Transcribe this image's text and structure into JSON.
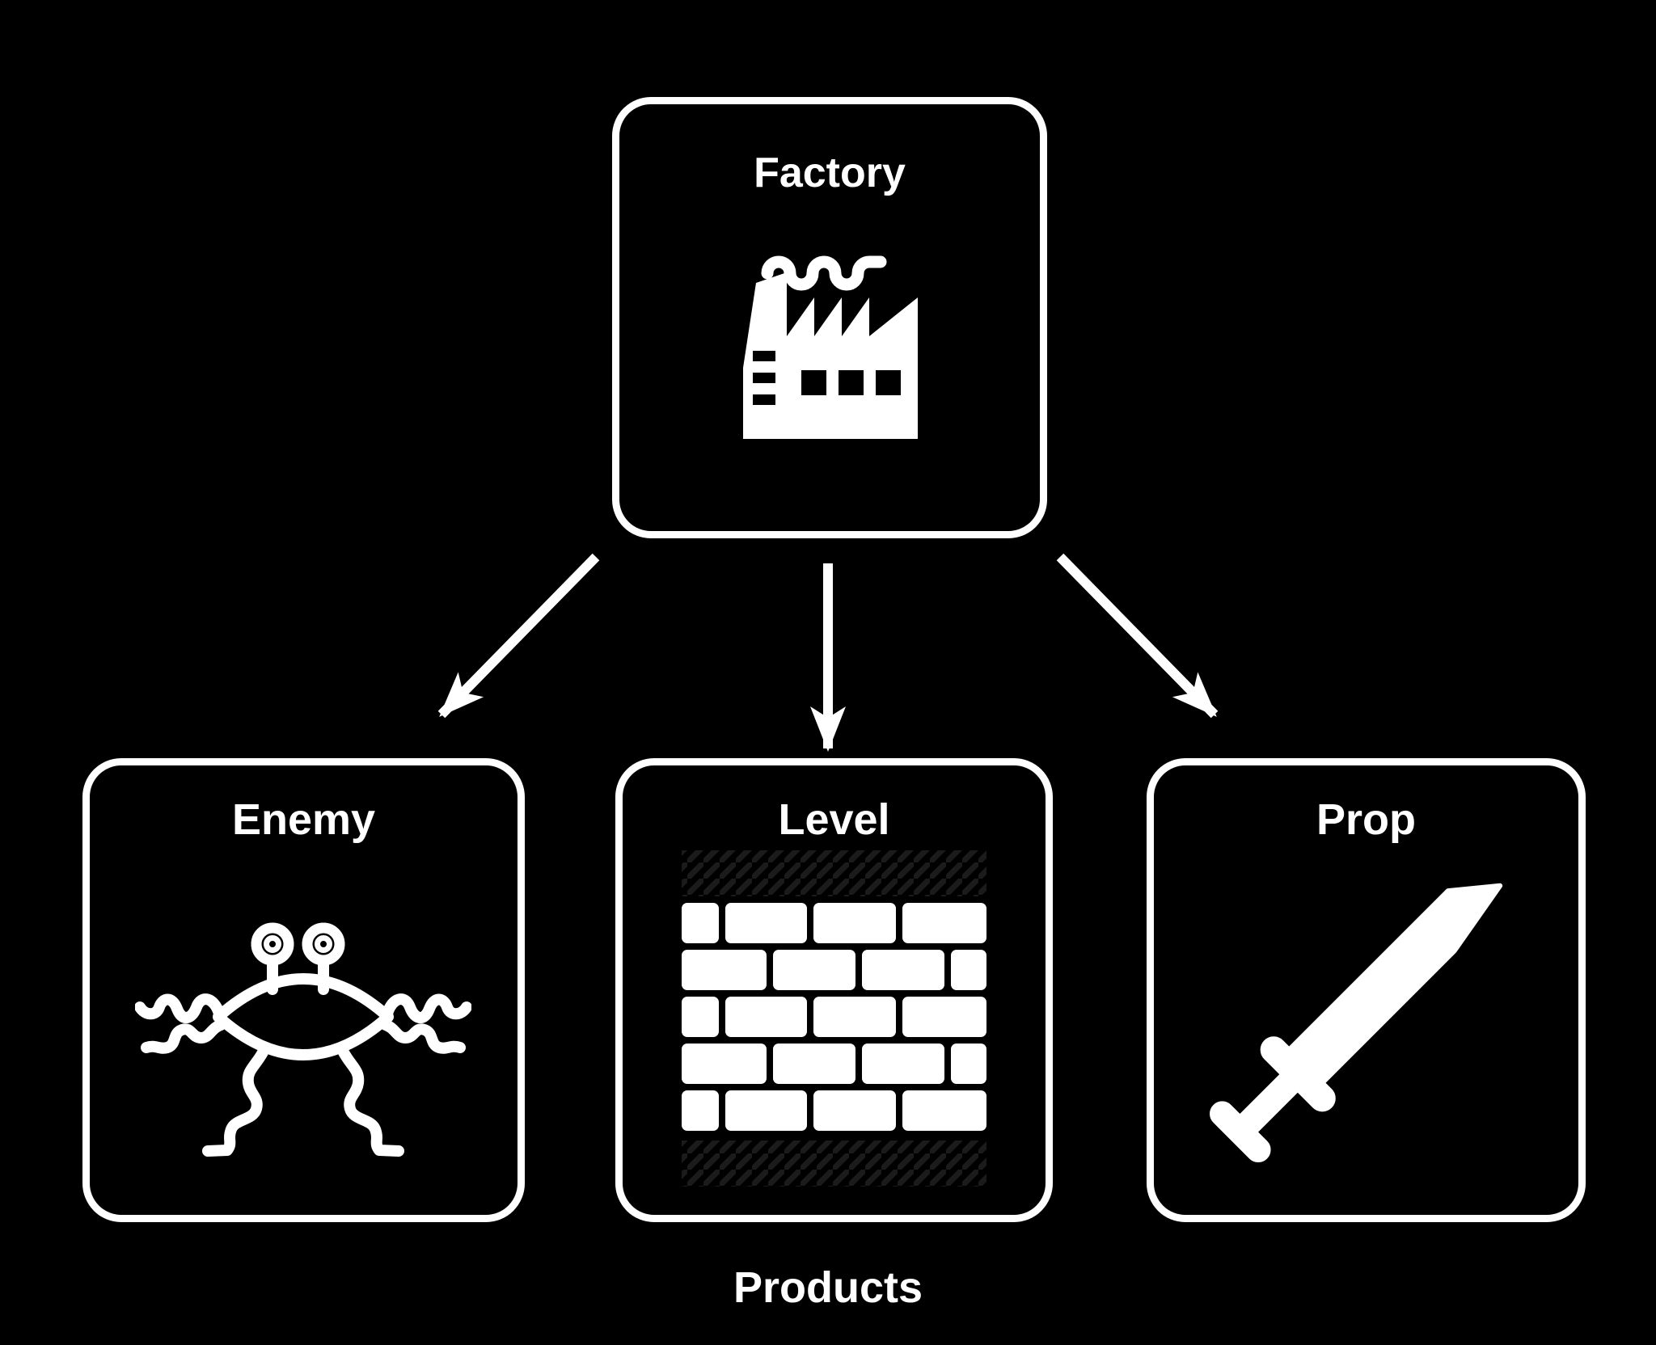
{
  "page": {
    "background_color": "#000000",
    "foreground_color": "#ffffff",
    "hatch_color": "#1b1b1b"
  },
  "diagram": {
    "factory_box": {
      "label": "Factory",
      "icon": "factory-icon"
    },
    "product_boxes": [
      {
        "label": "Enemy",
        "icon": "flying-spaghetti-monster-icon"
      },
      {
        "label": "Level",
        "icon": "brick-wall-icon"
      },
      {
        "label": "Prop",
        "icon": "sword-icon"
      }
    ],
    "arrows": [
      "factory-to-enemy",
      "factory-to-level",
      "factory-to-prop"
    ],
    "caption": "Products"
  }
}
